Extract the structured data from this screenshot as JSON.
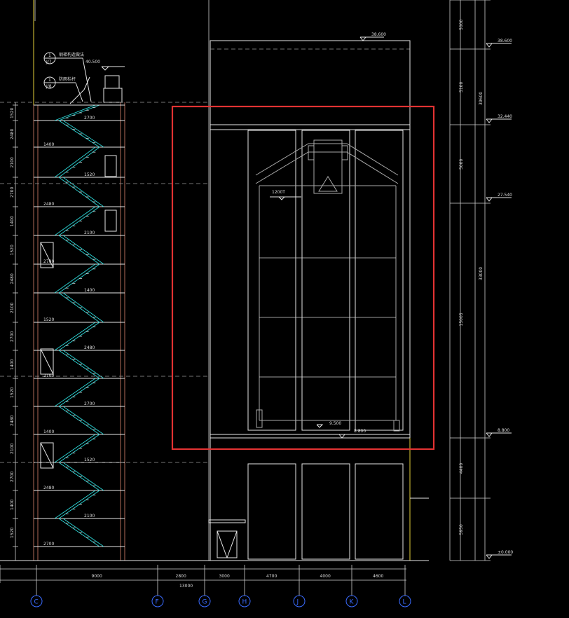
{
  "drawing": {
    "type": "CAD elevation/section (silo building with stair tower)",
    "colors": {
      "background": "#000000",
      "lines": "#e6e6e6",
      "stair": "#2bd6d6",
      "stair_frame": "#b06a58",
      "axis_bubble": "#3a6bff",
      "highlight": "#e23232",
      "edge_line": "#e3d13a"
    },
    "grid_axes": [
      "C",
      "F",
      "G",
      "H",
      "J",
      "K",
      "L"
    ],
    "bottom_dims": [
      "9000",
      "2800",
      "3000",
      "4700",
      "4000",
      "4600"
    ],
    "overall_bottom_dim": "13000",
    "right_dims": [
      "5000",
      "5100",
      "5000",
      "15005",
      "4400",
      "5950"
    ],
    "right_overall_dims": [
      "39600",
      "33000"
    ],
    "right_levels": [
      "38.600",
      "32.440",
      "27.540",
      "8.800",
      "±0.000"
    ],
    "stair_dims": [
      "2700",
      "1400",
      "1520",
      "2480",
      "2100"
    ],
    "tags": [
      {
        "top": "1",
        "bottom": "J/7",
        "note": "钢梯构造做法"
      },
      {
        "top": "1",
        "bottom": "J/8",
        "note": "防雨栏杆"
      }
    ],
    "roof_level": "38.600",
    "top_stair_level": "40.500",
    "silo_label": "1200T",
    "silo_floor_level": "9.500",
    "floor_mark": "8.800"
  }
}
